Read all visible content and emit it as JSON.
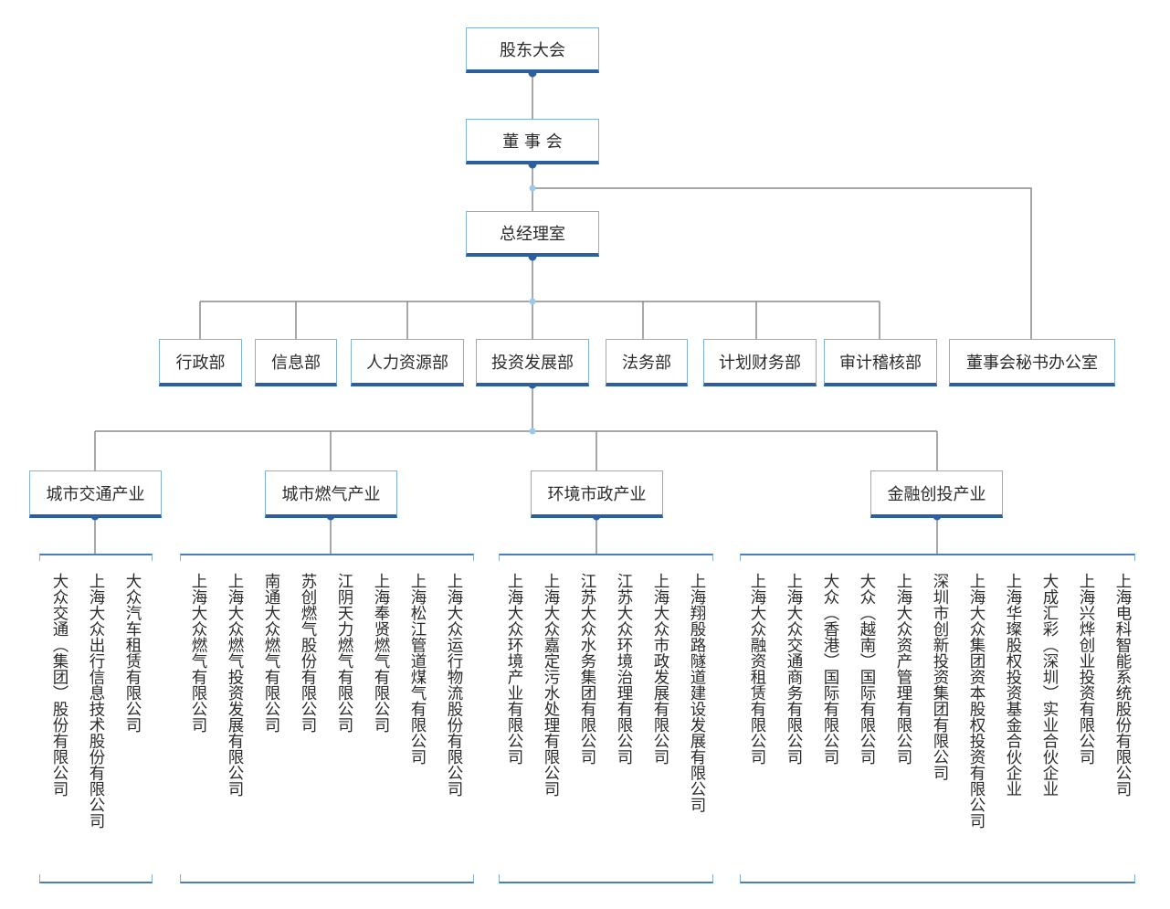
{
  "nodes": {
    "shareholders": "股东大会",
    "board": "董 事 会",
    "gm_office": "总经理室",
    "board_secretary_office": "董事会秘书办公室"
  },
  "departments": [
    "行政部",
    "信息部",
    "人力资源部",
    "投资发展部",
    "法务部",
    "计划财务部",
    "审计稽核部"
  ],
  "sectors": [
    {
      "name": "城市交通产业",
      "companies": [
        "大众交通（集团）股份有限公司",
        "上海大众出行信息技术股份有限公司",
        "大众汽车租赁有限公司"
      ]
    },
    {
      "name": "城市燃气产业",
      "companies": [
        "上海大众燃气有限公司",
        "上海大众燃气投资发展有限公司",
        "南通大众燃气有限公司",
        "苏创燃气股份有限公司",
        "江阴天力燃气有限公司",
        "上海奉贤燃气有限公司",
        "上海松江管道煤气有限公司",
        "上海大众运行物流股份有限公司"
      ]
    },
    {
      "name": "环境市政产业",
      "companies": [
        "上海大众环境产业有限公司",
        "上海大众嘉定污水处理有限公司",
        "江苏大众水务集团有限公司",
        "江苏大众环境治理有限公司",
        "上海大众市政发展有限公司",
        "上海翔殷路隧道建设发展有限公司"
      ]
    },
    {
      "name": "金融创投产业",
      "companies": [
        "上海大众融资租赁有限公司",
        "上海大众交通商务有限公司",
        "大众（香港）国际有限公司",
        "大众（越南）国际有限公司",
        "上海大众资产管理有限公司",
        "深圳市创新投资集团有限公司",
        "上海大众集团资本股权投资有限公司",
        "上海华璨股权投资基金合伙企业",
        "大成汇彩（深圳）实业合伙企业",
        "上海兴烨创业投资有限公司",
        "上海电科智能系统股份有限公司"
      ]
    }
  ],
  "colors": {
    "box_border": "#7fb3dd",
    "box_underline": "#2d5f9e",
    "connector": "#8a8a8a",
    "node_dot": "#2d5f9e",
    "junction_dot": "#9cc8ec"
  }
}
